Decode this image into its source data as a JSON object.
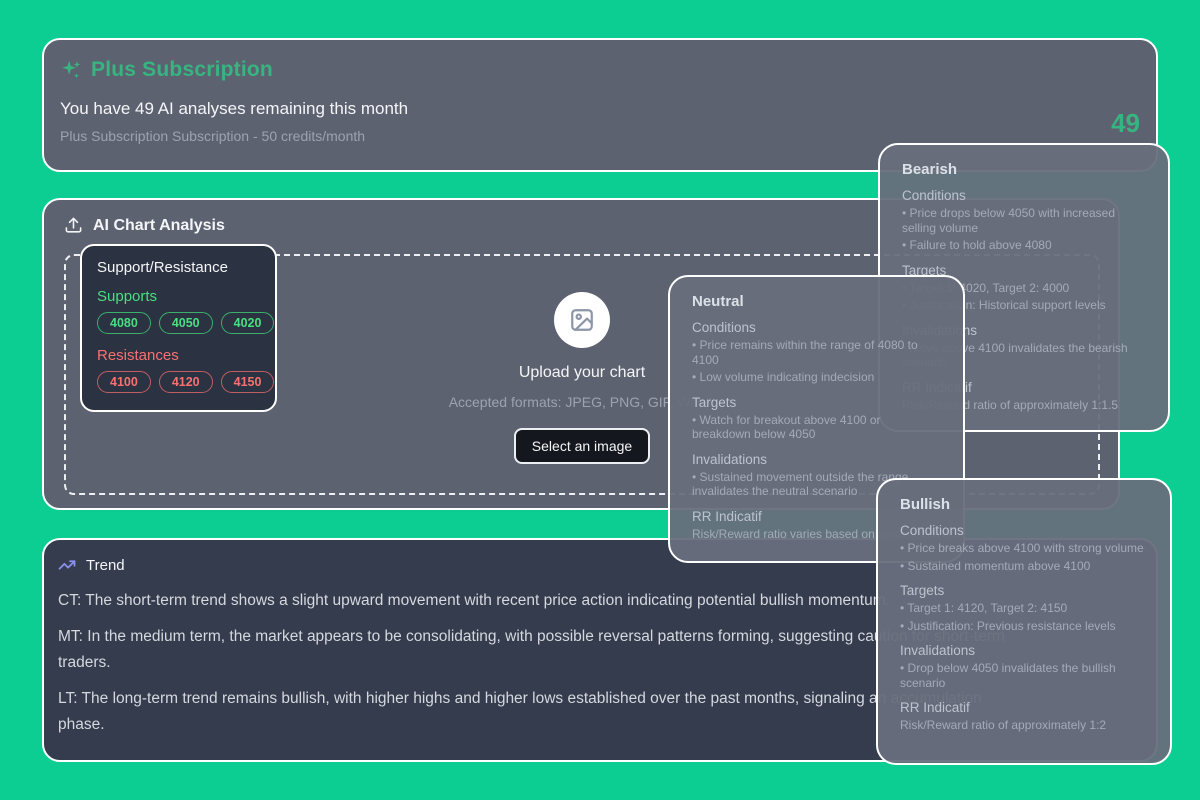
{
  "colors": {
    "background": "#0CCE93",
    "accent_green": "#37B480",
    "support_green": "#4ADE80",
    "resistance_red": "#F87171",
    "trend_icon_purple": "#8A90EE"
  },
  "subscription": {
    "title": "Plus Subscription",
    "remaining_text": "You have 49 AI analyses remaining this month",
    "plan_text": "Plus Subscription Subscription - 50 credits/month",
    "credits_count": "49"
  },
  "analysis": {
    "title": "AI Chart Analysis",
    "upload_title": "Upload your chart",
    "upload_formats": "Accepted formats: JPEG, PNG, GIF, WebP",
    "select_button_label": "Select an image",
    "support_resistance": {
      "title": "Support/Resistance",
      "supports_label": "Supports",
      "supports": [
        "4080",
        "4050",
        "4020"
      ],
      "resistances_label": "Resistances",
      "resistances": [
        "4100",
        "4120",
        "4150"
      ]
    }
  },
  "trend": {
    "title": "Trend",
    "paragraphs": [
      {
        "lines": [
          "CT: The short-term trend shows a slight upward movement with recent price action indicating potential bullish momentum."
        ]
      },
      {
        "lines": [
          "MT: In the medium term, the market appears to be consolidating, with possible reversal patterns forming, suggesting caution for short-term",
          "traders."
        ]
      },
      {
        "lines": [
          "LT: The long-term trend remains bullish, with higher highs and higher lows established over the past months, signaling an accumulation",
          "phase."
        ]
      }
    ]
  },
  "labels": {
    "conditions": "Conditions",
    "targets": "Targets",
    "invalidations": "Invalidations",
    "rr": "RR Indicatif"
  },
  "scenarios": {
    "bearish": {
      "title": "Bearish",
      "conditions": [
        "Price drops below 4050 with increased selling volume",
        "Failure to hold above 4080"
      ],
      "targets": [
        "Target 1: 4020, Target 2: 4000",
        "Justification: Historical support levels"
      ],
      "invalidations": [
        "Move above 4100 invalidates the bearish scenario"
      ],
      "rr": "Risk/Reward ratio of approximately 1:1.5"
    },
    "neutral": {
      "title": "Neutral",
      "conditions": [
        "Price remains within the range of 4080 to 4100",
        "Low volume indicating indecision"
      ],
      "targets": [
        "Watch for breakout above 4100 or breakdown below 4050"
      ],
      "invalidations": [
        "Sustained movement outside the range invalidates the neutral scenario"
      ],
      "rr": "Risk/Reward ratio varies based on breakout direction"
    },
    "bullish": {
      "title": "Bullish",
      "conditions": [
        "Price breaks above 4100 with strong volume",
        "Sustained momentum above 4100"
      ],
      "targets": [
        "Target 1: 4120, Target 2: 4150",
        "Justification: Previous resistance levels"
      ],
      "invalidations": [
        "Drop below 4050 invalidates the bullish scenario"
      ],
      "rr": "Risk/Reward ratio of approximately 1:2"
    }
  }
}
